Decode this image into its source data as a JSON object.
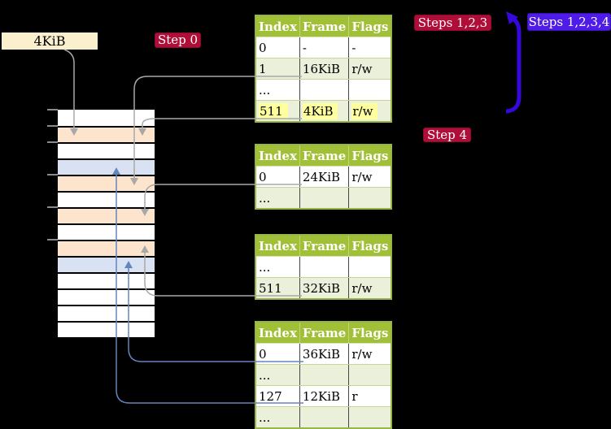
{
  "labels": {
    "page_size": "4KiB",
    "step0": "Step 0",
    "steps123": "Steps 1,2,3",
    "steps1234": "Steps 1,2,3,4",
    "step4": "Step 4"
  },
  "colors": {
    "table_header_bg": "#a2c037",
    "table_row_green": "#eaf0d9",
    "cell_highlight_yellow": "#ffff9e",
    "badge_red": "#b00e38",
    "badge_blue": "#4e1ce6",
    "arrow_blue_thick": "#3508dd",
    "connector_gray": "#a8a8a8",
    "connector_blue": "#6286bd",
    "mem_row_orange": "#fde5cd",
    "mem_row_blue": "#d9e2f3",
    "label_box_bg": "#faf0cd"
  },
  "memory": {
    "rows": [
      "white",
      "orange",
      "white",
      "blue",
      "orange",
      "white",
      "orange",
      "white",
      "orange",
      "blue",
      "white",
      "white",
      "white",
      "white"
    ]
  },
  "tables": [
    {
      "name": "page-table-top",
      "headers": [
        "Index",
        "Frame",
        "Flags"
      ],
      "rows": [
        {
          "cells": [
            "0",
            "-",
            "-"
          ],
          "shade": "white",
          "highlight": false
        },
        {
          "cells": [
            "1",
            "16KiB",
            "r/w"
          ],
          "shade": "green",
          "highlight": false
        },
        {
          "cells": [
            "...",
            "",
            ""
          ],
          "shade": "white",
          "highlight": false
        },
        {
          "cells": [
            "511",
            "4KiB",
            "r/w"
          ],
          "shade": "green",
          "highlight": true
        }
      ]
    },
    {
      "name": "page-table-second",
      "headers": [
        "Index",
        "Frame",
        "Flags"
      ],
      "rows": [
        {
          "cells": [
            "0",
            "24KiB",
            "r/w"
          ],
          "shade": "white",
          "highlight": false
        },
        {
          "cells": [
            "...",
            "",
            ""
          ],
          "shade": "green",
          "highlight": false
        }
      ]
    },
    {
      "name": "page-table-third",
      "headers": [
        "Index",
        "Frame",
        "Flags"
      ],
      "rows": [
        {
          "cells": [
            "...",
            "",
            ""
          ],
          "shade": "white",
          "highlight": false
        },
        {
          "cells": [
            "511",
            "32KiB",
            "r/w"
          ],
          "shade": "green",
          "highlight": false
        }
      ]
    },
    {
      "name": "page-table-bottom",
      "headers": [
        "Index",
        "Frame",
        "Flags"
      ],
      "rows": [
        {
          "cells": [
            "0",
            "36KiB",
            "r/w"
          ],
          "shade": "white",
          "highlight": false
        },
        {
          "cells": [
            "...",
            "",
            ""
          ],
          "shade": "green",
          "highlight": false
        },
        {
          "cells": [
            "127",
            "12KiB",
            "r"
          ],
          "shade": "white",
          "highlight": false
        },
        {
          "cells": [
            "...",
            "",
            ""
          ],
          "shade": "green",
          "highlight": false
        }
      ]
    }
  ]
}
